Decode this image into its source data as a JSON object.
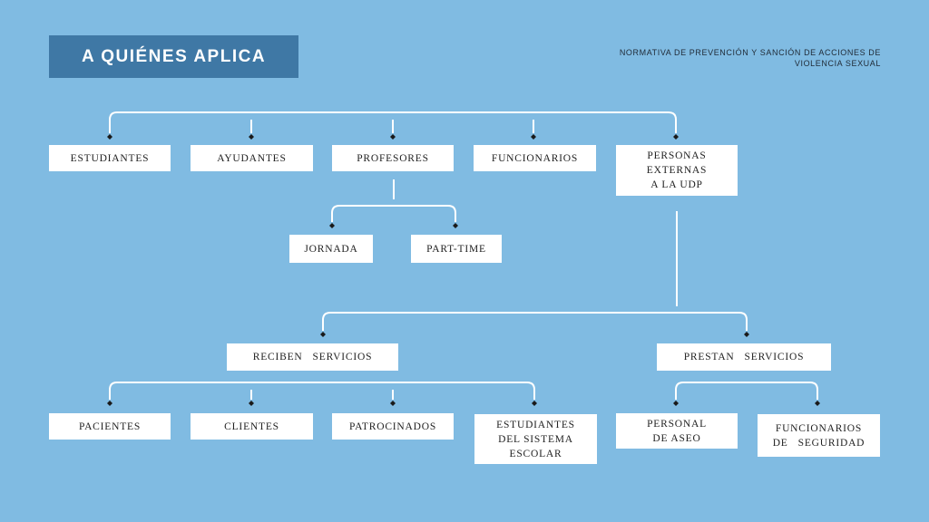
{
  "title": "A QUIÉNES APLICA",
  "subtitle": {
    "line1": "NORMATIVA DE PREVENCIÓN Y SANCIÓN DE ACCIONES DE",
    "line2": "VIOLENCIA SEXUAL"
  },
  "colors": {
    "background": "#80bbe2",
    "title_bg": "#3f78a5",
    "box": "#ffffff",
    "connector": "#ffffff",
    "node_dot": "#1a1a1a"
  },
  "nodes": {
    "estudiantes": "ESTUDIANTES",
    "ayudantes": "AYUDANTES",
    "profesores": "PROFESORES",
    "funcionarios": "FUNCIONARIOS",
    "personas_externas": {
      "line1": "PERSONAS",
      "line2": "EXTERNAS",
      "line3": "A LA UDP"
    },
    "jornada": "JORNADA",
    "part_time": "PART-TIME",
    "reciben_servicios": "RECIBEN   SERVICIOS",
    "prestan_servicios": "PRESTAN   SERVICIOS",
    "pacientes": "PACIENTES",
    "clientes": "CLIENTES",
    "patrocinados": "PATROCINADOS",
    "estudiantes_sistema": {
      "line1": "ESTUDIANTES",
      "line2": "DEL SISTEMA",
      "line3": "ESCOLAR"
    },
    "personal_aseo": {
      "line1": "PERSONAL",
      "line2": "DE ASEO"
    },
    "funcionarios_seguridad": {
      "line1": "FUNCIONARIOS",
      "line2": "DE   SEGURIDAD"
    }
  }
}
